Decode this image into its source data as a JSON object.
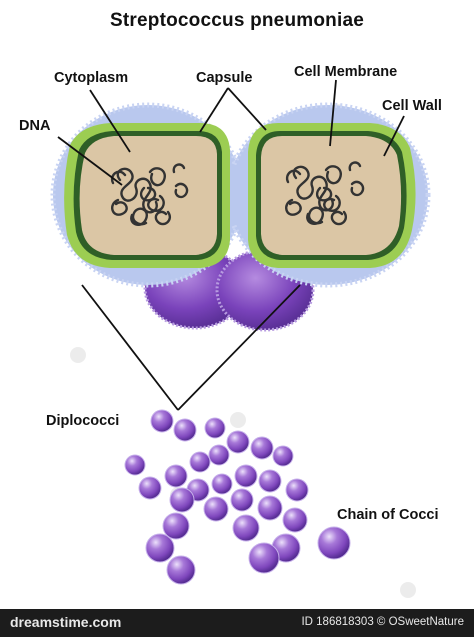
{
  "title": "Streptococcus pneumoniae",
  "labels": {
    "cytoplasm": "Cytoplasm",
    "capsule": "Capsule",
    "cell_membrane": "Cell Membrane",
    "cell_wall": "Cell Wall",
    "dna": "DNA",
    "diplococci": "Diplococci",
    "chain_of_cocci": "Chain of Cocci"
  },
  "footer": {
    "brand": "dreamstime.com",
    "credit": "ID 186818303 © OSweetNature"
  },
  "colors": {
    "capsule": "#b9c8ee",
    "cell_wall": "#9ccd52",
    "cell_membrane": "#2f5f27",
    "cytoplasm": "#dbc6a5",
    "dna": "#333333",
    "coccus": "#8a55c5",
    "coccus_dark": "#5a2f98",
    "coccus_light": "#e9dcfa",
    "footer_bg": "#1c1c1c"
  },
  "icons": [
    "dreamstime-watermark-icon"
  ]
}
